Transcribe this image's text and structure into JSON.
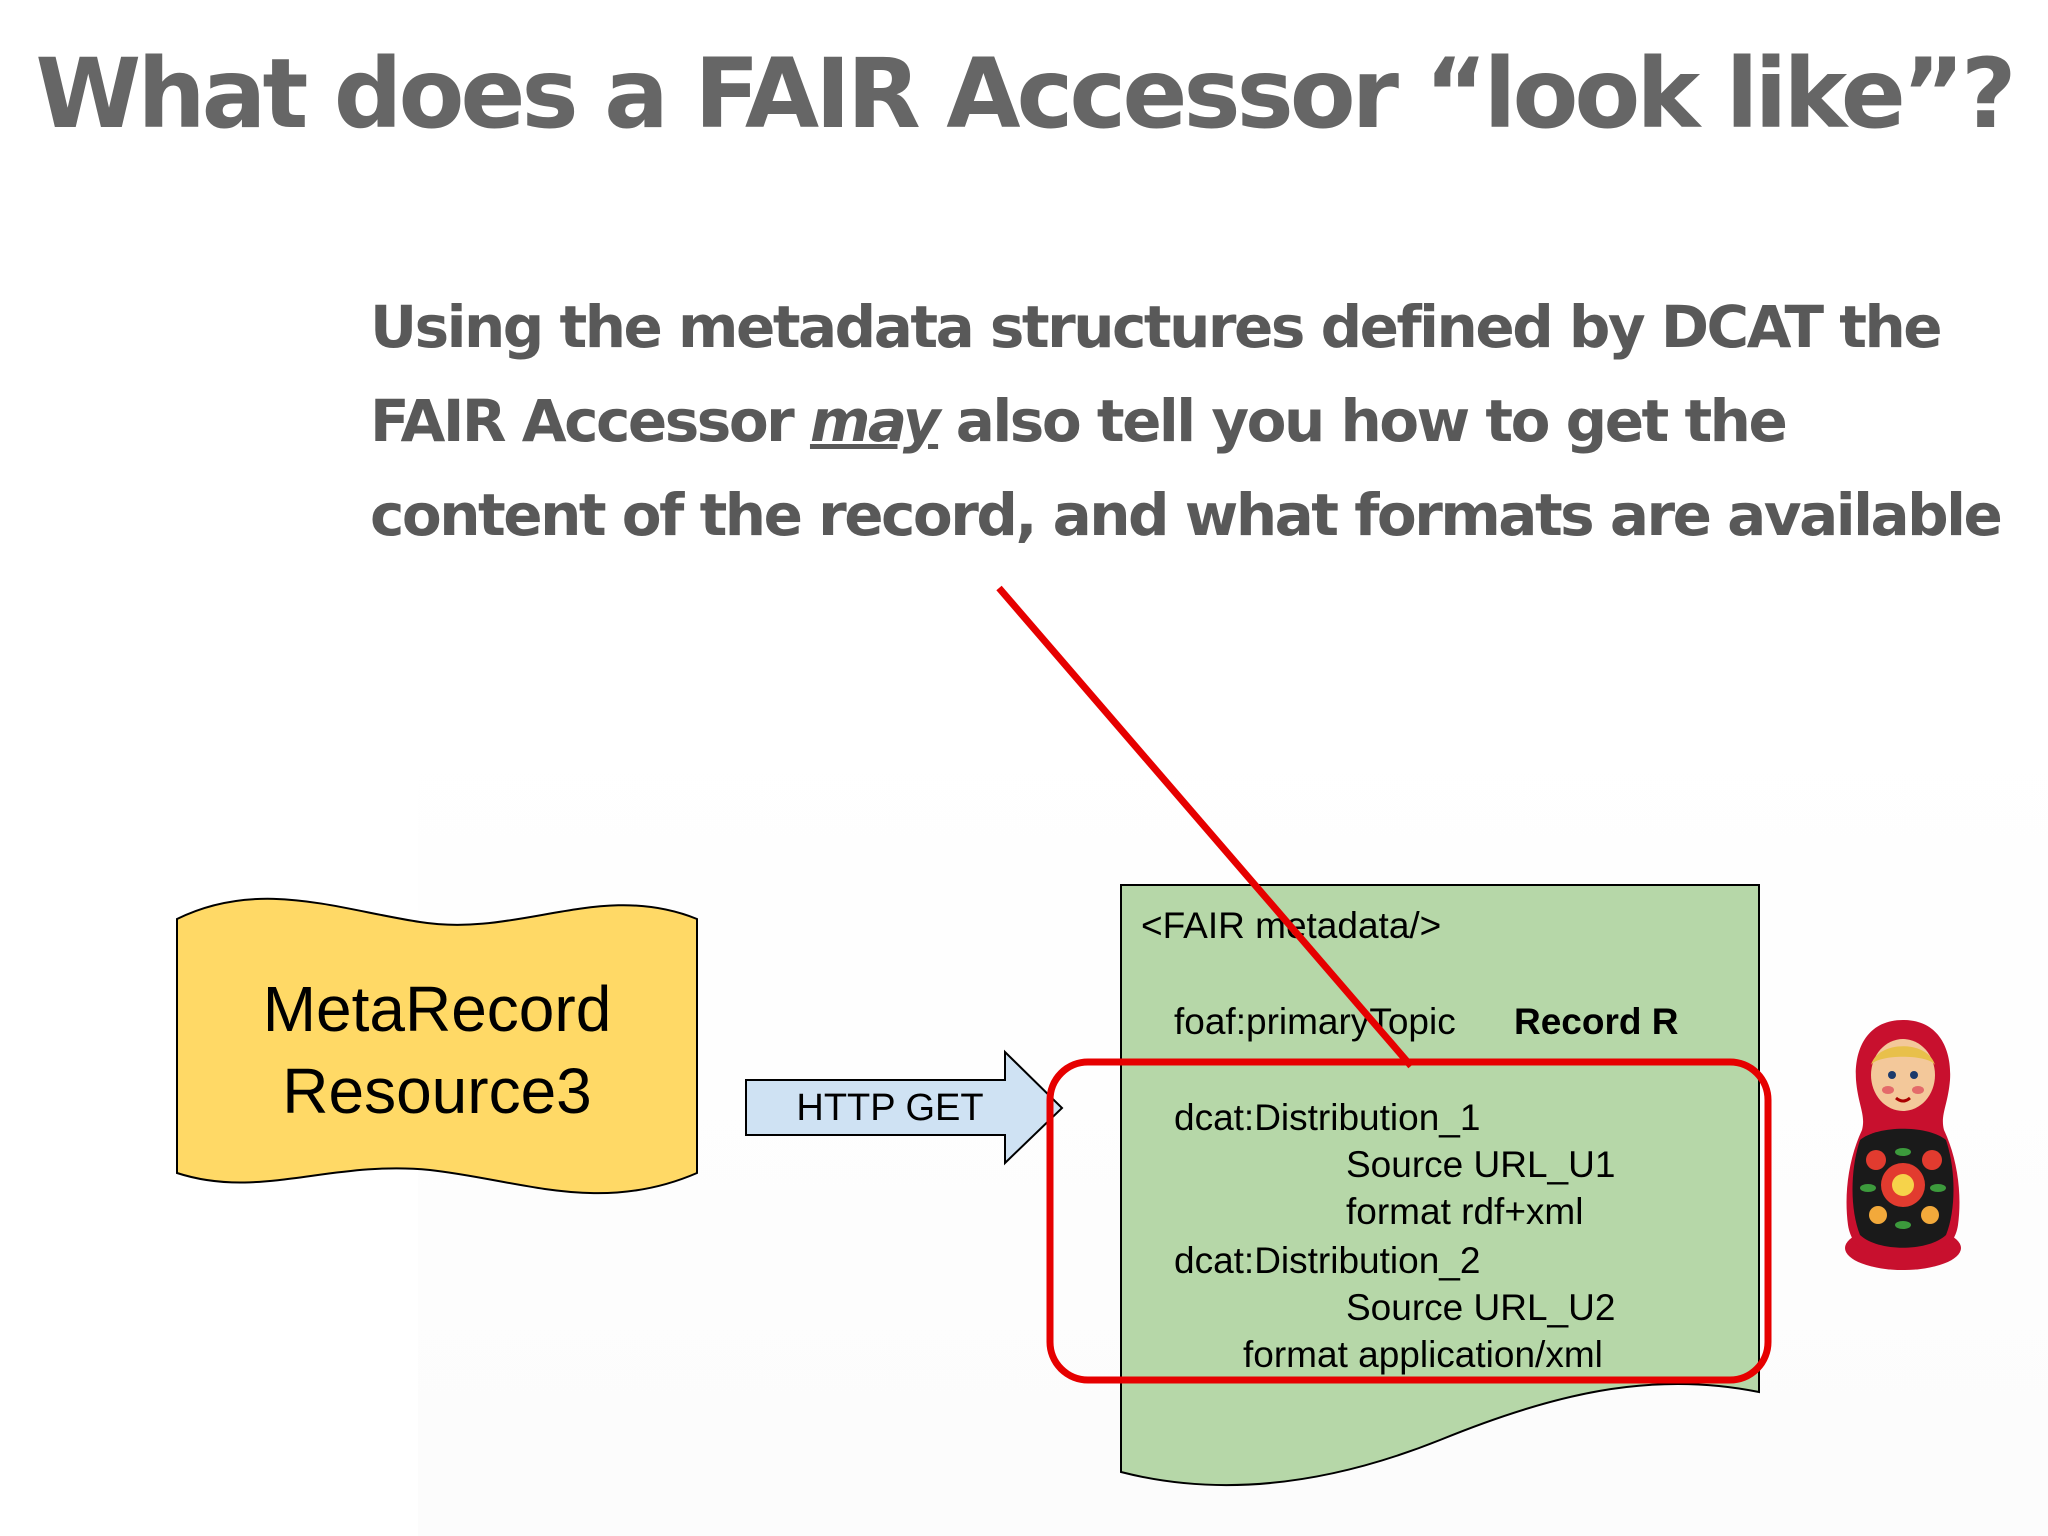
{
  "title": "What does a FAIR Accessor “look like”?",
  "body": {
    "line1": "Using the metadata structures defined by DCAT the",
    "line2_prefix": "FAIR Accessor ",
    "line2_emphasis": "may",
    "line2_suffix": " also tell you how to get the",
    "line3": "content of the record, and what formats are available"
  },
  "diagram": {
    "source_box": {
      "line1": "MetaRecord",
      "line2": "Resource3",
      "fill": "#FFD966"
    },
    "arrow": {
      "label": "HTTP GET",
      "fill": "#CFE2F3"
    },
    "metadata_doc": {
      "fill": "#B6D7A8",
      "header": "<FAIR metadata/>",
      "primary_topic_label": "foaf:primaryTopic",
      "primary_topic_value": "Record R",
      "distribution1": "dcat:Distribution_1",
      "dist1_source": "Source URL_U1",
      "dist1_format": "format  rdf+xml",
      "distribution2": "dcat:Distribution_2",
      "dist2_source": "Source URL_U2",
      "dist2_format": "format  application/xml"
    },
    "highlight_color": "#E60000",
    "doll_icon": "matryoshka-doll-icon"
  }
}
